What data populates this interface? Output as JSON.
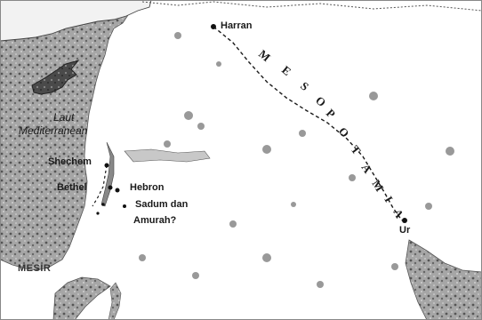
{
  "map": {
    "sea_label": [
      "Laut",
      "Mediterranean"
    ],
    "region_label": "MESOPOTAMIA",
    "egypt_label": "MESIR",
    "places": {
      "harran": "Harran",
      "shechem": "Shechem",
      "bethel": "Bethel",
      "hebron": "Hebron",
      "sadum": "Sadum dan",
      "amurah": "Amurah?",
      "ur": "Ur"
    },
    "colors": {
      "land": "#ffffff",
      "ink": "#1a1a1a",
      "shade": "#8a8a8a"
    }
  }
}
